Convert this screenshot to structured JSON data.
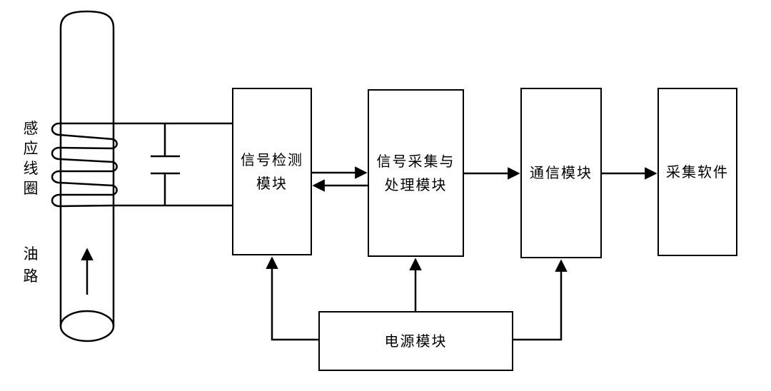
{
  "diagram": {
    "title": "oil-line inductive sensing system block diagram",
    "labels": {
      "coil": "感应线圈",
      "oil": "油路"
    },
    "boxes": {
      "detect": {
        "line1": "信号检测",
        "line2": "模块"
      },
      "acquire": {
        "line1": "信号采集与",
        "line2": "处理模块"
      },
      "comm": {
        "label": "通信模块"
      },
      "software": {
        "label": "采集软件"
      },
      "power": {
        "label": "电源模块"
      }
    },
    "colors": {
      "stroke": "#000000",
      "background": "#ffffff"
    }
  }
}
